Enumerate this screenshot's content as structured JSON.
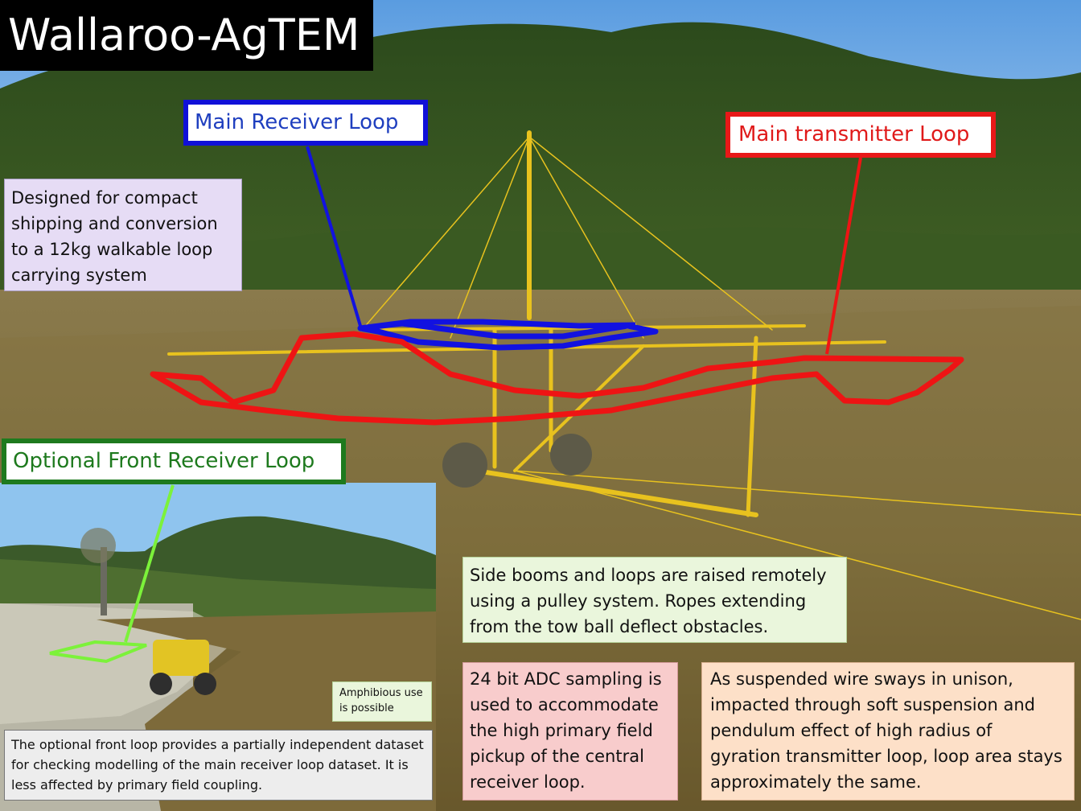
{
  "title": "Wallaroo-AgTEM",
  "labels": {
    "main_receiver": "Main Receiver Loop",
    "main_transmitter": "Main transmitter Loop",
    "front_receiver": "Optional Front Receiver Loop"
  },
  "notes": {
    "shipping": "Designed for compact shipping and conversion to a 12kg walkable loop carrying system",
    "booms": "Side booms and loops are raised remotely using a pulley system. Ropes extending from the tow ball deflect obstacles.",
    "adc": "24 bit ADC sampling is used to accommodate the high primary field pickup of the central receiver loop.",
    "sway": "As suspended wire sways in unison, impacted through soft suspension and pendulum effect of high radius of gyration transmitter loop, loop area stays approximately the same.",
    "amphibious": "Amphibious use is possible",
    "front_loop": "The optional front loop provides a partially independent dataset for checking modelling of the main receiver loop dataset. It is less affected by primary field coupling."
  },
  "colors": {
    "receiver": "#1010d8",
    "transmitter": "#e81818",
    "front_receiver": "#1e7a1e",
    "front_loop_marker": "#7cf23a",
    "frame": "#e8c21e"
  }
}
